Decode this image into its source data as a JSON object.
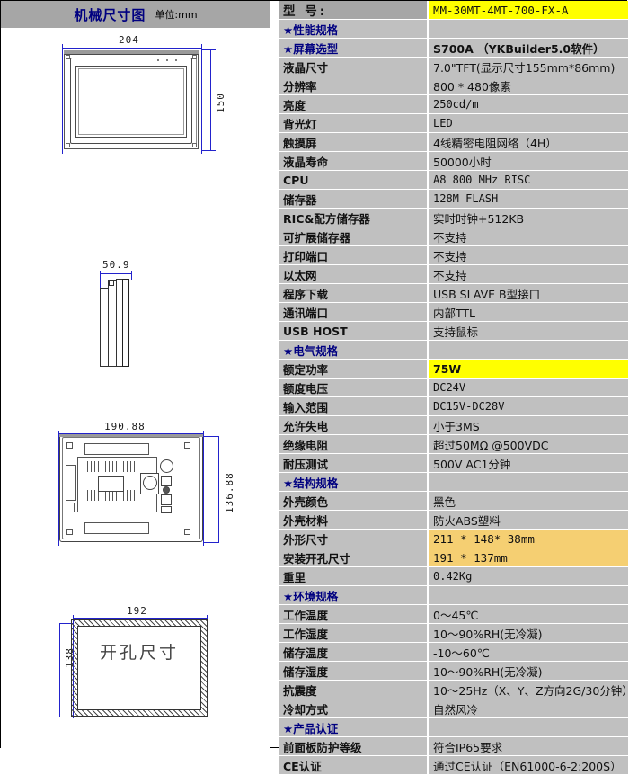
{
  "left_panel": {
    "header_title": "机械尺寸图",
    "header_unit": "单位:mm",
    "front_view": {
      "width_dim": "204",
      "height_dim": "150"
    },
    "side_view": {
      "depth_dim": "50.9"
    },
    "rear_view": {
      "width_dim": "190.88",
      "height_dim": "136.88"
    },
    "cutout_view": {
      "width_dim": "192",
      "height_dim": "138",
      "label": "开孔尺寸"
    }
  },
  "spec_table": {
    "model_label": "型  号:",
    "model_value": "MM-30MT-4MT-700-FX-A",
    "rows": [
      {
        "key": "★性能规格",
        "value": "",
        "type": "section"
      },
      {
        "key": "★屏幕选型",
        "value": "S700A  （YKBuilder5.0软件）",
        "type": "section-value",
        "hl": "yellow"
      },
      {
        "key": "液晶尺寸",
        "value": "7.0\"TFT(显示尺寸155mm*86mm)",
        "type": "normal"
      },
      {
        "key": "分辨率",
        "value": "800 * 480像素",
        "type": "normal"
      },
      {
        "key": "亮度",
        "value": "250cd/m",
        "type": "normal"
      },
      {
        "key": "背光灯",
        "value": "LED",
        "type": "normal"
      },
      {
        "key": "触摸屏",
        "value": "4线精密电阻网络（4H）",
        "type": "normal"
      },
      {
        "key": "液晶寿命",
        "value": "50000小时",
        "type": "normal"
      },
      {
        "key": "CPU",
        "value": "A8 800 MHz RISC",
        "type": "normal"
      },
      {
        "key": "储存器",
        "value": "128M FLASH",
        "type": "normal"
      },
      {
        "key": "RIC&配方储存器",
        "value": "实时时钟+512KB",
        "type": "normal"
      },
      {
        "key": "可扩展储存器",
        "value": "不支持",
        "type": "normal"
      },
      {
        "key": "打印端口",
        "value": "不支持",
        "type": "normal"
      },
      {
        "key": "以太网",
        "value": "不支持",
        "type": "normal"
      },
      {
        "key": "程序下载",
        "value": "USB SLAVE B型接口",
        "type": "normal"
      },
      {
        "key": "通讯端口",
        "value": "内部TTL",
        "type": "normal"
      },
      {
        "key": "USB HOST",
        "value": "支持鼠标",
        "type": "normal"
      },
      {
        "key": "★电气规格",
        "value": "",
        "type": "section"
      },
      {
        "key": "额定功率",
        "value": "75W",
        "type": "normal",
        "hl": "yellow"
      },
      {
        "key": "额度电压",
        "value": "DC24V",
        "type": "normal"
      },
      {
        "key": "输入范围",
        "value": "DC15V-DC28V",
        "type": "normal"
      },
      {
        "key": "允许失电",
        "value": "小于3MS",
        "type": "normal"
      },
      {
        "key": "绝缘电阻",
        "value": "超过50MΩ @500VDC",
        "type": "normal"
      },
      {
        "key": "耐压测试",
        "value": "500V AC1分钟",
        "type": "normal"
      },
      {
        "key": "★结构规格",
        "value": "",
        "type": "section"
      },
      {
        "key": "外壳颜色",
        "value": "黑色",
        "type": "normal"
      },
      {
        "key": "外壳材料",
        "value": "防火ABS塑料",
        "type": "normal"
      },
      {
        "key": "外形尺寸",
        "value": "211 * 148* 38mm",
        "type": "normal",
        "hl": "orange"
      },
      {
        "key": "安装开孔尺寸",
        "value": "191 * 137mm",
        "type": "normal",
        "hl": "orange"
      },
      {
        "key": "重里",
        "value": "0.42Kg",
        "type": "normal"
      },
      {
        "key": "★环境规格",
        "value": "",
        "type": "section"
      },
      {
        "key": "工作温度",
        "value": "0～45℃",
        "type": "normal"
      },
      {
        "key": "工作湿度",
        "value": "10～90%RH(无冷凝)",
        "type": "normal"
      },
      {
        "key": "储存温度",
        "value": "-10～60℃",
        "type": "normal"
      },
      {
        "key": "储存湿度",
        "value": "10～90%RH(无冷凝)",
        "type": "normal"
      },
      {
        "key": "抗震度",
        "value": "10～25Hz（X、Y、Z方向2G/30分钟）",
        "type": "normal"
      },
      {
        "key": "冷却方式",
        "value": "自然风冷",
        "type": "normal"
      },
      {
        "key": "★产品认证",
        "value": "",
        "type": "section"
      },
      {
        "key": "前面板防护等级",
        "value": "符合IP65要求",
        "type": "normal"
      },
      {
        "key": "CE认证",
        "value": "通过CE认证（EN61000-6-2:200S）",
        "type": "normal"
      }
    ]
  },
  "colors": {
    "table_bg": "#c0c0c0",
    "header_bg": "#a6a6a6",
    "highlight_yellow": "#ffff00",
    "highlight_orange": "#f5cf72",
    "section_text": "#000080",
    "dimension_line": "#2222cc"
  }
}
